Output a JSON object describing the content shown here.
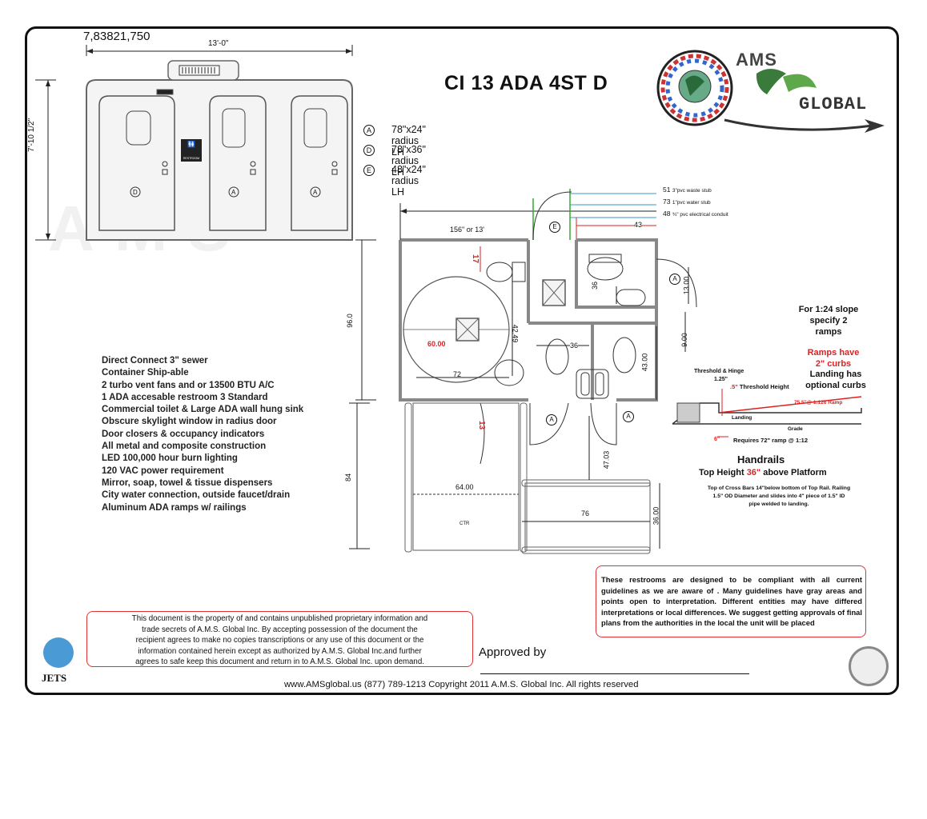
{
  "title": "CI 13 ADA 4ST D",
  "reference_number": "7,83821,750",
  "brand": {
    "line1": "AMS",
    "line2": "GLOBAL",
    "jets": "JETS"
  },
  "elevation": {
    "width_label": "13'-0\"",
    "height_label": "7'-10 1/2\"",
    "restroom_sign": "RESTROOM",
    "door_marks": [
      "D",
      "A",
      "A"
    ]
  },
  "legend": [
    {
      "symbol": "A",
      "text": "78\"x24\" radius LH"
    },
    {
      "symbol": "D",
      "text": "78\"x36\" radius LH"
    },
    {
      "symbol": "E",
      "text": "48\"x24\" radius LH"
    }
  ],
  "stubs": [
    {
      "num": "51",
      "text": "3\"pvc waste stub"
    },
    {
      "num": "73",
      "text": "1\"pvc water stub"
    },
    {
      "num": "48",
      "text": "¾\" pvc electrical conduit"
    }
  ],
  "dims": {
    "overall": "156\" or 13'",
    "d43top": "43",
    "d17": "17",
    "d36a": "36",
    "d13": "13.00",
    "d96": "96.0",
    "d60": "60.00",
    "d4249": "42.49",
    "d36b": "36",
    "d72": "72",
    "d4300": "43.00",
    "d900": "9.00",
    "d13b": "13",
    "d84": "84",
    "d6400": "64.00",
    "ctr": "CTR",
    "d4703": "47.03",
    "d76": "76",
    "d3600": "36.00"
  },
  "plan_marks": {
    "e": "E",
    "a_right": "A",
    "a_left": "A",
    "a_mid": "A"
  },
  "features": [
    "Direct Connect 3\" sewer",
    "Container Ship-able",
    "2 turbo vent fans and or 13500 BTU A/C",
    "1 ADA accesable restroom 3 Standard",
    "Commercial toilet & Large ADA wall hung sink",
    "Obscure skylight window in radius door",
    "Door closers & occupancy indicators",
    "All metal and composite construction",
    "LED 100,000 hour burn lighting",
    "120 VAC  power requirement",
    "Mirror, soap, towel & tissue dispensers",
    "City water connection, outside faucet/drain",
    "Aluminum ADA ramps w/ railings"
  ],
  "ramp": {
    "slope_note_1": "For 1:24 slope",
    "slope_note_2": "specify 2",
    "slope_note_3": "ramps",
    "curbs_1": "Ramps have",
    "curbs_2": "2\" curbs",
    "landing_1": "Landing has",
    "landing_2": "optional curbs",
    "threshold": "Threshold & Hinge",
    "threshold_val": "1.25\"",
    "threshold_height_val": ".5\"",
    "threshold_height": " Threshold Height",
    "ramp_label": "75.5\"@ 1:126 Ramp",
    "landing": "Landing",
    "grade": "Grade",
    "six": "6\"",
    "requires": "Requires 72\" ramp @ 1:12"
  },
  "handrails": {
    "heading": "Handrails",
    "top_prefix": "Top Height ",
    "top_value": "36\"",
    "top_suffix": " above Platform",
    "detail_1": "Top of Cross Bars 14\"below bottom of Top Rail. Railing",
    "detail_2": "1.5\" OD Diameter and slides into 4\" piece of 1.5\" ID",
    "detail_3": "pipe welded to landing."
  },
  "disclaimer": "These restrooms are designed to be compliant with all current guidelines as we are aware of . Many guidelines have gray areas and points open to interpretation. Different entities may have differed interpretations or local differences. We suggest getting approvals of final plans from the authorities in the  local the unit will be placed",
  "property_notice": [
    "This document is the property of and contains unpublished proprietary information and",
    "trade secrets of A.M.S. Global Inc. By accepting possession of the document the",
    "recipient agrees to make no copies transcriptions or any use of this document or the",
    "information contained herein except as authorized by A.M.S. Global Inc.and further",
    "agrees to safe keep this document and return in to A.M.S. Global Inc. upon demand."
  ],
  "approved_by": "Approved  by",
  "footer": "www.AMSglobal.us   (877) 789-1213  Copyright  2011 A.M.S. Global Inc. All rights reserved",
  "colors": {
    "accent_red": "#d22222",
    "green_dim": "#3a3",
    "blue_dim": "#39c",
    "wall": "#888888"
  }
}
